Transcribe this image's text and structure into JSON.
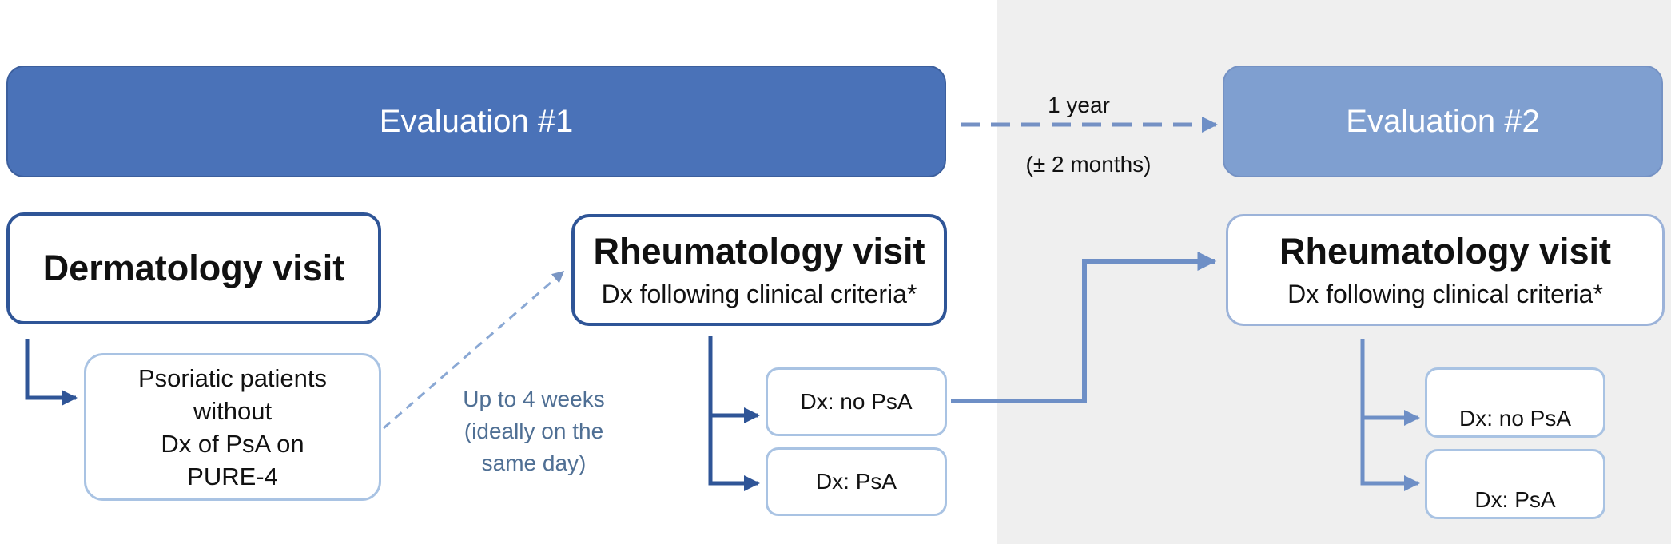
{
  "headers": {
    "evaluation_1": "Evaluation #1",
    "evaluation_2": "Evaluation #2"
  },
  "interval": {
    "duration": "1 year",
    "tolerance": "(± 2 months)"
  },
  "dermatology": {
    "title": "Dermatology visit"
  },
  "patients_box": {
    "lines": [
      "Psoriatic patients",
      "without",
      "Dx of PsA on",
      "PURE-4"
    ]
  },
  "timing": {
    "lines": [
      "Up to 4 weeks",
      "(ideally on the",
      "same day)"
    ]
  },
  "rheum_visit_1": {
    "title": "Rheumatology visit",
    "subtitle": "Dx following clinical criteria*",
    "outcomes": [
      "Dx: no PsA",
      "Dx: PsA"
    ]
  },
  "rheum_visit_2": {
    "title": "Rheumatology visit",
    "subtitle": "Dx following clinical criteria*",
    "outcomes": [
      "Dx: no PsA",
      "Dx: PsA"
    ]
  },
  "colors": {
    "header_1": "#4a72b8",
    "header_2": "#7f9fd0",
    "dark_border": "#2f5597",
    "light_border": "#a9c3e3",
    "timing_text": "#4f6f94",
    "panel_grey": "#efefef"
  }
}
